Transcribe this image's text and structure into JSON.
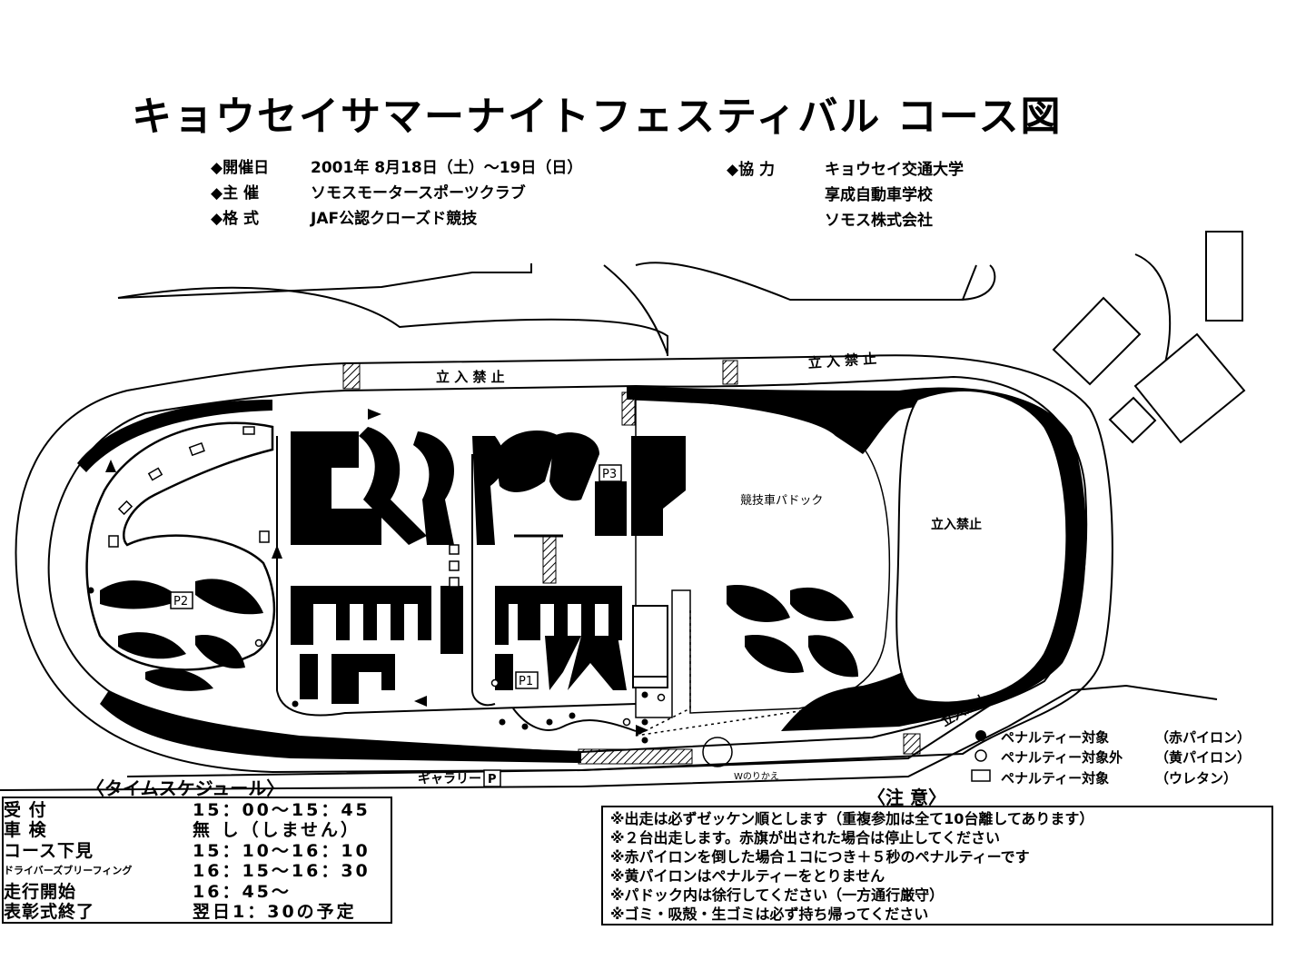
{
  "title": "キョウセイサマーナイトフェスティバル コース図",
  "info": [
    {
      "key": "◆開催日",
      "value": "2001年 8月18日（土）～19日（日）"
    },
    {
      "key": "◆主 催",
      "value": "ソモスモータースポーツクラブ"
    },
    {
      "key": "◆格 式",
      "value": "JAF公認クローズド競技"
    }
  ],
  "cooperation": {
    "key": "◆協 力",
    "values": [
      "キョウセイ交通大学",
      "享成自動車学校",
      "ソモス株式会社"
    ]
  },
  "map_labels": {
    "no_entry_1": "立 入 禁 止",
    "no_entry_2": "立 入 禁 止",
    "no_entry_3": "立入禁止",
    "no_entry_4": "立入禁止",
    "paddock": "競技車パドック",
    "p1": "P1",
    "p2": "P2",
    "p3": "P3",
    "gallery": "ギャラリー",
    "gallery_p": "P",
    "transfer": "Wのりかえ"
  },
  "legend": [
    {
      "symbol": "filled-dot",
      "label": "ペナルティー対象",
      "note": "（赤パイロン）"
    },
    {
      "symbol": "open-dot",
      "label": "ペナルティー対象外",
      "note": "（黄パイロン）"
    },
    {
      "symbol": "rect",
      "label": "ペナルティー対象",
      "note": "（ウレタン）"
    }
  ],
  "schedule": {
    "title": "〈タイムスケジュール〉",
    "rows": [
      {
        "key": "受 付",
        "value": "15：00～15：45",
        "small": false
      },
      {
        "key": "車 検",
        "value": "無 し（しません）",
        "small": false
      },
      {
        "key": "コース下見",
        "value": "15：10～16：10",
        "small": false
      },
      {
        "key": "ドライバーズブリーフィング",
        "value": "16：15～16：30",
        "small": true
      },
      {
        "key": "走行開始",
        "value": "16：45～",
        "small": false
      },
      {
        "key": "表彰式終了",
        "value": "翌日1：30の予定",
        "small": false
      }
    ]
  },
  "notes": {
    "title": "〈注 意〉",
    "items": [
      "※出走は必ずゼッケン順とします（重複参加は全て10台離してあります）",
      "※２台出走します。赤旗が出された場合は停止してください",
      "※赤パイロンを倒した場合１コにつき＋５秒のペナルティーです",
      "※黄パイロンはペナルティーをとりません",
      "※パドック内は徐行してください（一方通行厳守）",
      "※ゴミ・吸殻・生ゴミは必ず持ち帰ってください"
    ]
  }
}
